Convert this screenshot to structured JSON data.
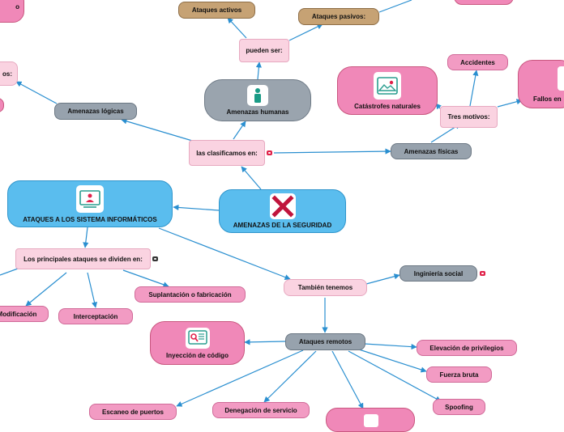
{
  "map": {
    "root": "AMENAZAS DE LA SEGURIDAD",
    "clasificamos": "las clasificamos en:",
    "logicas": "Amenazas lógicas",
    "humanas": "Amenazas humanas",
    "pueden_ser": "pueden ser:",
    "activos": "Ataques activos",
    "pasivos": "Ataques pasivos:",
    "fisicas": "Amenazas físicas",
    "tres_motivos": "Tres motivos:",
    "accidentes": "Accidentes",
    "catastrofes": "Catástrofes naturales",
    "fallos": "Fallos en",
    "ataques_sistemas": "ATAQUES A LOS SISTEMA INFORMÁTICOS",
    "principales": "Los principales ataques se dividen en:",
    "modificacion": "Modificación",
    "interceptacion": "Interceptación",
    "suplantacion": "Suplantación o fabricación",
    "tambien": "También tenemos",
    "ing_social": "Inginiería social",
    "remotos": "Ataques remotos",
    "inyeccion": "Inyección de código",
    "elevacion": "Elevación de privilegios",
    "fuerza_bruta": "Fuerza bruta",
    "spoofing": "Spoofing",
    "escaneo": "Escaneo de puertos",
    "denegacion": "Denegación de servicio",
    "edge_top_left": "o",
    "edge_left": "os:"
  },
  "colors": {
    "line": "#2a8fd0",
    "pink": "#f29bc3",
    "light_pink": "#fad3e1",
    "gray": "#97a2ad",
    "blue": "#5abdee",
    "tan": "#c6a274",
    "badge_red": "#e0224a"
  },
  "icons": [
    "person-icon",
    "close-x-icon",
    "presentation-icon",
    "landscape-image-icon",
    "code-search-icon"
  ]
}
